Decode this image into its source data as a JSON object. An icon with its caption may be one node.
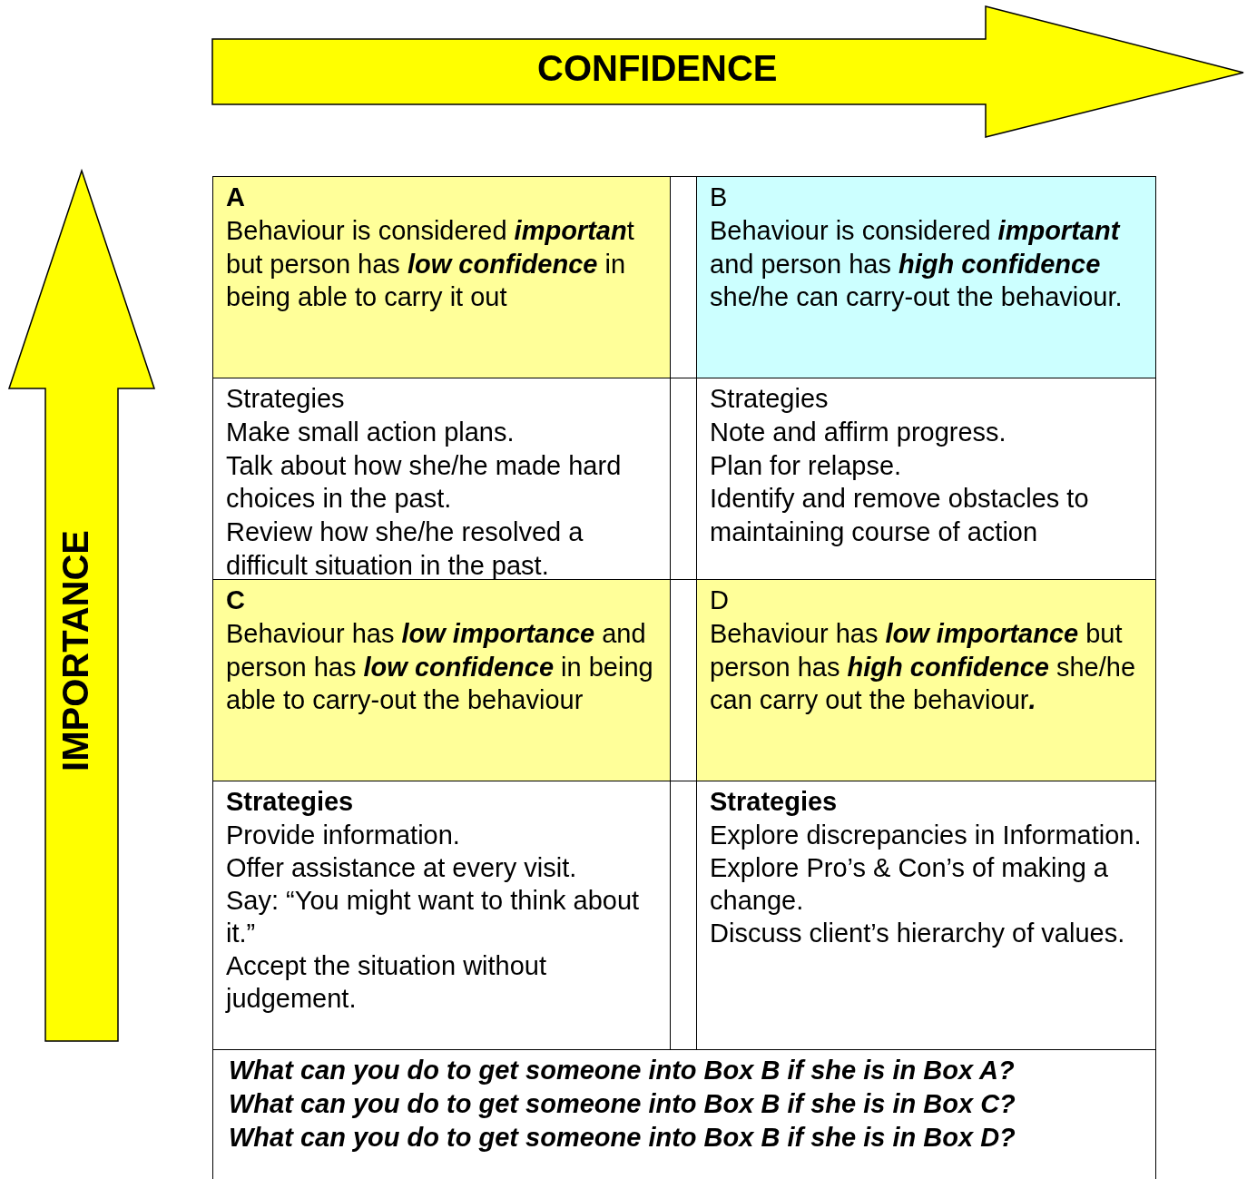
{
  "diagram": {
    "labels": [
      "CONFIDENCE",
      "IMPORTANCE",
      "A",
      "Behaviour is considered **importan**t but person has **low confidence** in being able to carry it out",
      "B",
      "Behaviour is considered **important** and person has **high confidence** she/he can carry-out the behaviour.",
      "Strategies",
      "Make small action plans.",
      "Talk about how she/he made hard choices in the past.",
      "Review how she/he resolved a difficult situation in the past.",
      "Strategies",
      "Note and affirm progress.",
      "Plan for relapse.",
      "Identify and remove obstacles to maintaining course of action",
      "C",
      "Behaviour has **low importance** and person has **low confidence** in being able to carry-out the behaviour",
      "D",
      "Behaviour has **low importance** but person has **high confidence** she/he can carry out the behaviour**.**",
      "Strategies",
      "Provide information.",
      "Offer assistance at every visit.",
      "Say: “You might want to think about it.”",
      "Accept the situation without judgement.",
      "Strategies",
      "Explore discrepancies in Information.",
      "Explore Pro’s & Con’s of making a change.",
      "Discuss client’s hierarchy of values.",
      "What can you do to get someone into Box B if she is in Box A?",
      "What can you do to get someone into Box B if she is in Box C?",
      "What can you do to get someone into Box B if she is in Box D?"
    ]
  }
}
